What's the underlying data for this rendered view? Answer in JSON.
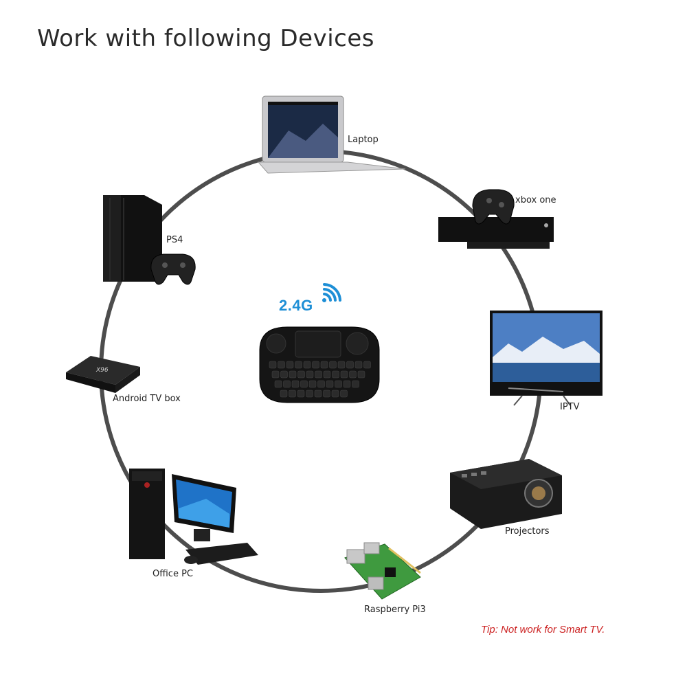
{
  "title": "Work with following Devices",
  "center": {
    "badge": "2.4G",
    "device": "mini wireless keyboard"
  },
  "devices": [
    {
      "id": "laptop",
      "label": "Laptop"
    },
    {
      "id": "xbox",
      "label": "xbox one"
    },
    {
      "id": "iptv",
      "label": "IPTV"
    },
    {
      "id": "projector",
      "label": "Projectors"
    },
    {
      "id": "raspberry",
      "label": "Raspberry Pi3"
    },
    {
      "id": "office-pc",
      "label": "Office PC"
    },
    {
      "id": "android-box",
      "label": "Android TV box"
    },
    {
      "id": "ps4",
      "label": "PS4"
    }
  ],
  "tip": "Tip: Not work for Smart TV.",
  "colors": {
    "ring": "#4d4d4d",
    "wifi": "#1e8fd6",
    "tip": "#cc2222"
  }
}
